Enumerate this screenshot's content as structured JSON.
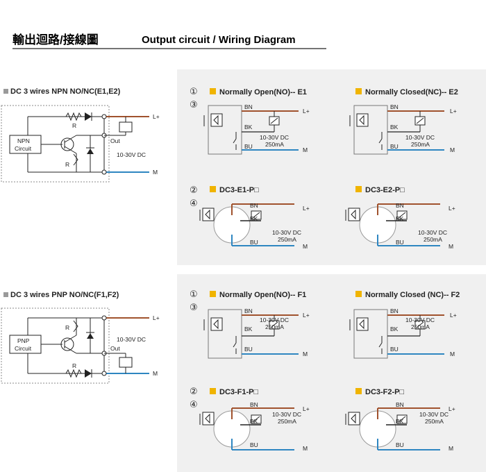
{
  "title": {
    "zh": "輸出迴路/接線圖",
    "en": "Output circuit / Wiring Diagram"
  },
  "sections": [
    {
      "heading": "DC 3 wires NPN NO/NC(E1,E2)",
      "circuit_label_1": "NPN",
      "circuit_label_2": "Circuit",
      "out_label": "Out",
      "voltage": "10-30V DC",
      "lplus": "L+",
      "m": "M",
      "r": "R"
    },
    {
      "heading": "DC 3 wires PNP NO/NC(F1,F2)",
      "circuit_label_1": "PNP",
      "circuit_label_2": "Circuit",
      "out_label": "Out",
      "voltage": "10-30V DC",
      "lplus": "L+",
      "m": "M",
      "r": "R"
    }
  ],
  "panels": [
    {
      "label_a": "Normally Open(NO)-- E1",
      "label_b": "Normally Closed(NC)-- E2",
      "label_c": "DC3-E1-P□",
      "label_d": "DC3-E2-P□"
    },
    {
      "label_a": "Normally Open(NO)-- F1",
      "label_b": "Normally Closed (NC)-- F2",
      "label_c": "DC3-F1-P□",
      "label_d": "DC3-F2-P□"
    }
  ],
  "wires": {
    "bn": "BN",
    "bk": "BK",
    "bu": "BU",
    "lplus": "L+",
    "m": "M",
    "voltage": "10-30V DC",
    "current": "250mA"
  },
  "markers": {
    "one": "①",
    "two": "②",
    "three": "③",
    "four": "④"
  },
  "colors": {
    "brown": "#a0522d",
    "blue": "#2e86c1",
    "accent": "#f0b400",
    "panel": "#f0f0f0",
    "dark": "#222222"
  }
}
